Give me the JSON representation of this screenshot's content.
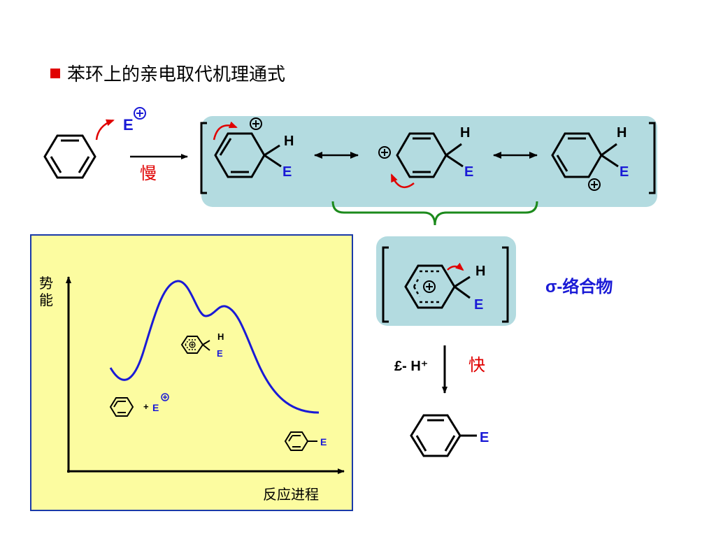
{
  "title": "苯环上的亲电取代机理通式",
  "electrophile": "E",
  "step1_label": "慢",
  "step2_label": "快",
  "step2_reagent": "£- H⁺",
  "substituent_h": "H",
  "substituent_e": "E",
  "sigma_complex_label": "σ-络合物",
  "energy_diagram": {
    "ylabel_1": "势",
    "ylabel_2": "能",
    "xlabel": "反应进程",
    "plus": "+",
    "curve_color": "#1a1ad6",
    "panel_color": "#fcfca0"
  },
  "colors": {
    "arrow_red": "#e00000",
    "label_blue": "#1a1ad6",
    "box_teal": "#b3dbe0",
    "brace_green": "#1c8a1c"
  }
}
